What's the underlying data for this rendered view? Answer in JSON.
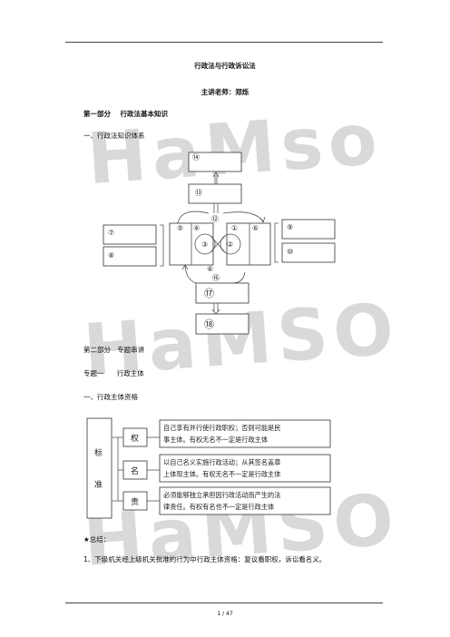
{
  "watermark": [
    "HaMso",
    "HaMSO",
    "HaMSO"
  ],
  "title": "行政法与行政诉讼法",
  "teacher": "主讲老师：郑烁",
  "part1": {
    "label": "第一部分",
    "title": "行政法基本知识"
  },
  "section1": "一、行政法知识体系",
  "diagram_nums": {
    "n14": "⑭",
    "n13": "⑬",
    "n12": "⑫",
    "n5": "⑤",
    "n4": "④",
    "n1": "①",
    "n6": "⑥",
    "n3": "③",
    "n2": "②",
    "n7": "⑦",
    "n8": "⑧",
    "n9": "⑨",
    "n10": "⑩",
    "n6b": "⑥",
    "n16": "⑯",
    "n17": "⑰",
    "n18": "⑱"
  },
  "part2": {
    "label": "第二部分",
    "title": "专题串讲"
  },
  "topic1": {
    "label": "专题一",
    "title": "行政主体"
  },
  "section2": "一、行政主体资格",
  "standard_table": {
    "group_chars": [
      "标",
      "准"
    ],
    "rows": [
      {
        "key": "权",
        "line1": "自己享有并行使行政职权；否则可能是民",
        "line2": "事主体。有权无名不一定是行政主体"
      },
      {
        "key": "名",
        "line1": "以自己名义实施行政活动；从其签名盖章",
        "line2": "上体现主体。有权无名不一定是行政主体"
      },
      {
        "key": "责",
        "line1": "必须能够独立承担因行政活动而产生的法",
        "line2": "律责任。有权有名也不一定是行政主体"
      }
    ]
  },
  "summary_label": "★总结：",
  "summary_item": "1、下级机关经上级机关批准的行为中行政主体资格：复议看职权，诉讼看名义。",
  "page_footer": "1 / 47"
}
